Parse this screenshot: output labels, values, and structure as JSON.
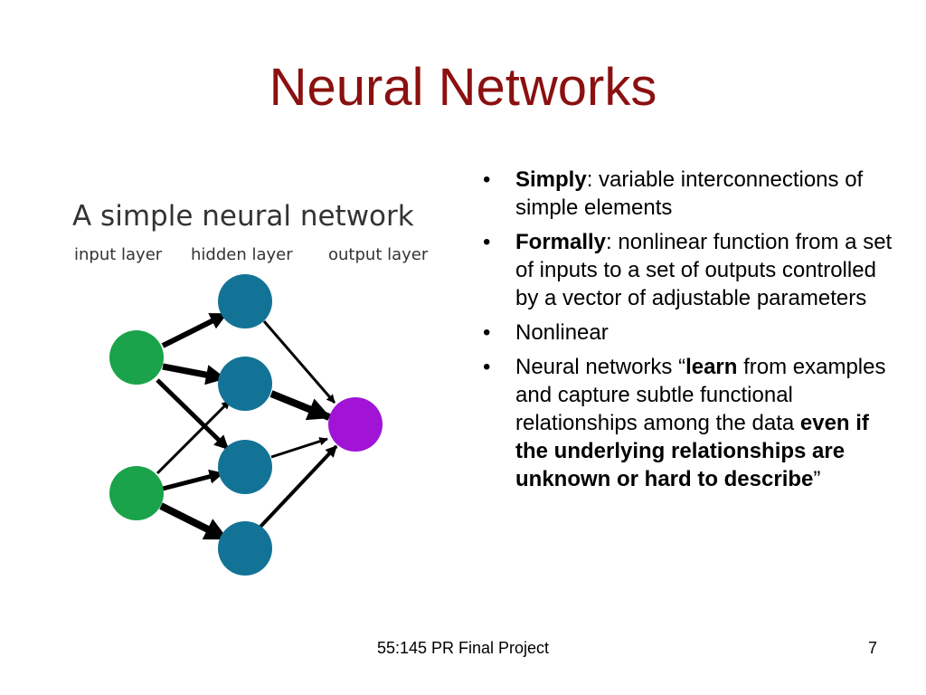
{
  "slide": {
    "title": "Neural Networks",
    "footer": "55:145 PR Final Project",
    "page_number": "7"
  },
  "diagram": {
    "title": "A simple neural network",
    "input_label": "input layer",
    "hidden_label": "hidden layer",
    "output_label": "output layer",
    "colors": {
      "input": "#1aa34a",
      "hidden": "#137396",
      "output": "#a114d6"
    }
  },
  "bullets": [
    {
      "bold": "Simply",
      "text": ": variable interconnections of simple elements"
    },
    {
      "bold": "Formally",
      "text": ": nonlinear function from a set of inputs to a set of outputs controlled by a vector of adjustable parameters"
    },
    {
      "text": "Nonlinear"
    },
    {
      "text_a": "Neural networks “",
      "bold_a": "learn",
      "text_b": " from examples and capture subtle functional relationships among the data ",
      "bold_b": "even if the underlying relationships are unknown or hard to describe",
      "text_c": "”"
    }
  ],
  "bullet_char": "•"
}
